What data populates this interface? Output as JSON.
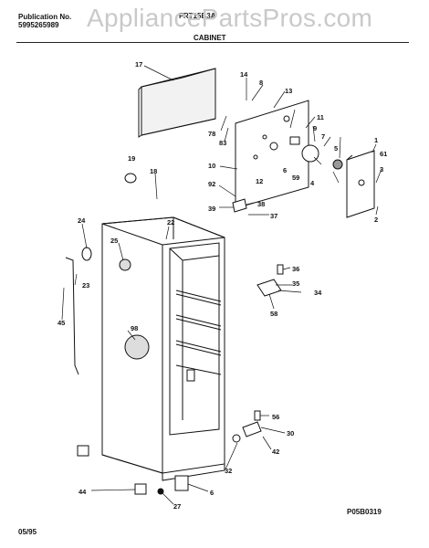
{
  "header": {
    "publication_label": "Publication No.",
    "publication_number": "5995265989",
    "model": "FRT15B3A",
    "section_title": "CABINET",
    "watermark": "AppliancePartsPros.com"
  },
  "footer": {
    "date": "05/95",
    "diagram_code": "P05B0319"
  },
  "part_numbers": [
    "1",
    "2",
    "3",
    "4",
    "5",
    "6",
    "7",
    "8",
    "9",
    "10",
    "11",
    "12",
    "13",
    "14",
    "17",
    "18",
    "19",
    "22",
    "23",
    "24",
    "25",
    "27",
    "30",
    "32",
    "34",
    "35",
    "36",
    "37",
    "38",
    "39",
    "42",
    "44",
    "45",
    "56",
    "58",
    "59",
    "61",
    "78",
    "83",
    "92",
    "98"
  ]
}
